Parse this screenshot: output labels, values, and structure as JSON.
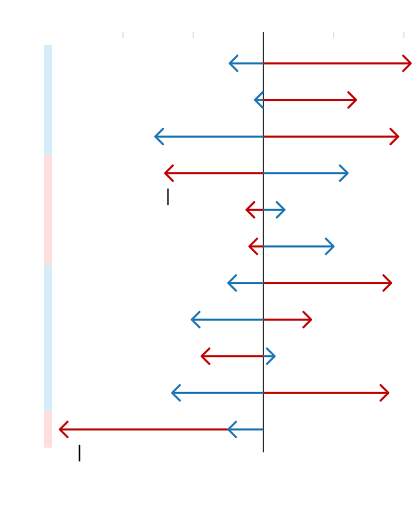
{
  "chart_data": {
    "type": "arrow",
    "title": "",
    "xlabel": "",
    "ylabel": "",
    "xlim": [
      -1.5,
      1.0
    ],
    "grid": false,
    "legend": "none",
    "x_ticks": [
      -1.0,
      -0.5,
      0.0,
      0.5,
      1.0
    ],
    "rows": [
      {
        "group": "blue",
        "blue_end": -0.24,
        "red_end": 1.05
      },
      {
        "group": "blue",
        "blue_end": -0.06,
        "red_end": 0.66
      },
      {
        "group": "blue",
        "blue_end": -0.77,
        "red_end": 0.96
      },
      {
        "group": "red",
        "blue_end": 0.6,
        "red_end": -0.7
      },
      {
        "group": "red",
        "blue_end": 0.15,
        "red_end": -0.12
      },
      {
        "group": "red",
        "blue_end": 0.5,
        "red_end": -0.1
      },
      {
        "group": "blue",
        "blue_end": -0.25,
        "red_end": 0.91
      },
      {
        "group": "blue",
        "blue_end": -0.51,
        "red_end": 0.34
      },
      {
        "group": "blue",
        "blue_end": 0.08,
        "red_end": -0.44
      },
      {
        "group": "blue",
        "blue_end": -0.65,
        "red_end": 0.89
      },
      {
        "group": "red",
        "blue_end": -0.25,
        "red_end": -1.45
      }
    ],
    "markers": [
      {
        "value": -0.68,
        "after_row": 3
      },
      {
        "value": -1.31,
        "after_row": 10
      }
    ],
    "colors": {
      "blue": "#1f77b4",
      "red": "#c00000",
      "band_blue": "#d6ecfb",
      "band_red": "#fde0dd",
      "axis": "#000000",
      "tick": "#cccccc"
    }
  }
}
